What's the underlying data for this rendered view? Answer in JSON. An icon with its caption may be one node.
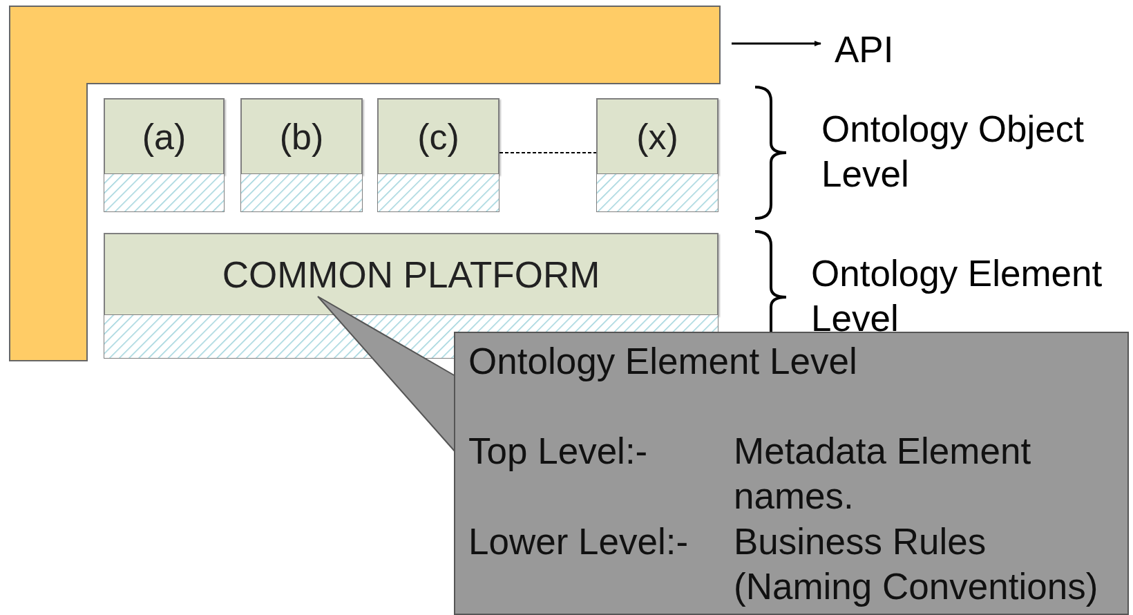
{
  "diagram": {
    "nodes": [
      {
        "text": [],
        "shape": "box"
      },
      {
        "text": [
          "API"
        ]
      },
      {
        "text": [
          "(a)"
        ]
      },
      {
        "text": [
          "(b)"
        ]
      },
      {
        "text": [
          "(c)"
        ]
      },
      {
        "text": [
          "(x)"
        ]
      },
      {
        "text": [
          "COMMON PLATFORM"
        ]
      },
      {
        "text": [
          "Ontology Element Level",
          "Top Level:-",
          "Metadata Element names.",
          "Lower Level:-",
          "Business Rules (Naming Conventions)"
        ]
      }
    ],
    "edges": [
      {
        "from": 0,
        "to": 1,
        "arrow": "to"
      },
      {
        "from": 4,
        "to": 5,
        "arrow": "none",
        "style": "dashed"
      },
      {
        "from": 7,
        "to": 6,
        "arrow": "none"
      }
    ],
    "labels": [
      "Ontology Object Level",
      "Ontology Element Level"
    ]
  }
}
